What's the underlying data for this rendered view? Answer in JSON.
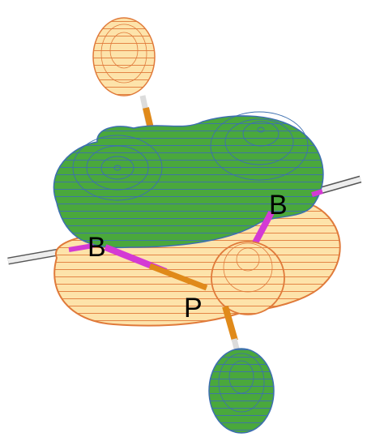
{
  "labels": {
    "boron_left": "B",
    "boron_right": "B",
    "phosphorus": "P"
  },
  "colors": {
    "positive_lobe_fill": "#fde3aa",
    "positive_lobe_contour": "#e07a3a",
    "negative_lobe_fill": "#4aa83c",
    "negative_lobe_contour": "#3d6fb0",
    "p_bond": "#e08a1a",
    "b_bond": "#d43ad4",
    "stub_bond": "#c8c8c8"
  }
}
